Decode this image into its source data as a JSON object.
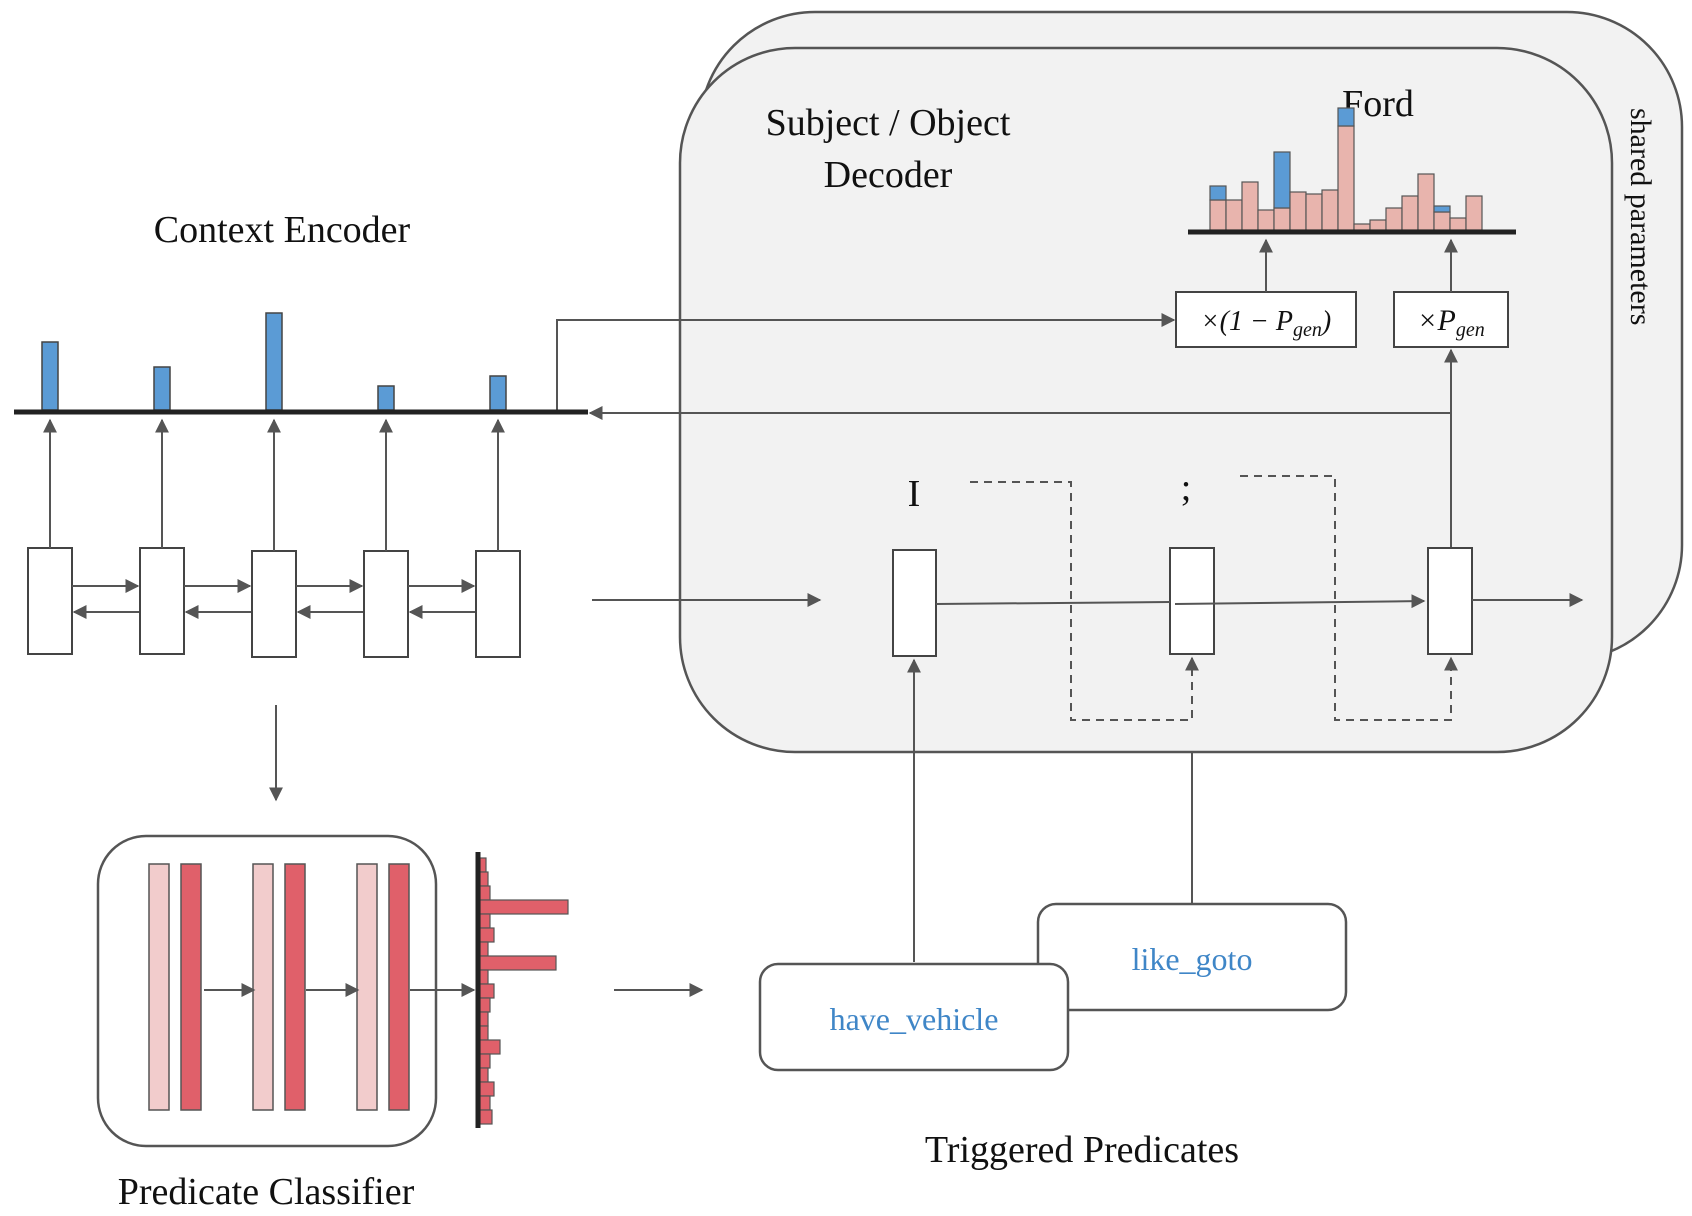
{
  "labels": {
    "context_encoder": "Context Encoder",
    "decoder_line1": "Subject / Object",
    "decoder_line2": "Decoder",
    "output_word": "Ford",
    "shared_parameters": "shared parameters",
    "predicate_classifier": "Predicate Classifier",
    "triggered_predicates": "Triggered Predicates"
  },
  "decoder_tokens": [
    "I",
    ";"
  ],
  "gates": {
    "copy": "×(1 − P_gen)",
    "generate": "×P_gen"
  },
  "predicates": [
    "have_vehicle",
    "like_goto"
  ],
  "colors": {
    "attention_blue": "#5b9bd5",
    "vocab_pink": "#e8b4ad",
    "classifier_red": "#e0606a",
    "classifier_pink": "#f2cccc",
    "panel_gray": "#f2f2f2",
    "predicate_text": "#3f86c7"
  }
}
